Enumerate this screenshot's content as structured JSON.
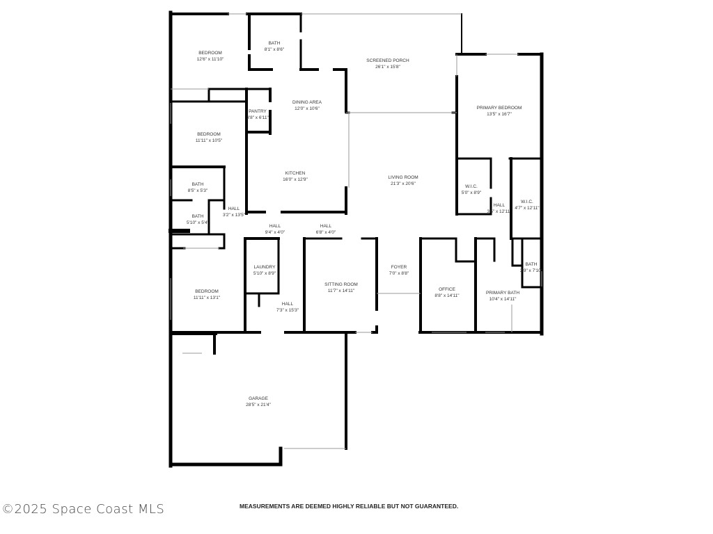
{
  "rooms": [
    {
      "name": "BEDROOM",
      "size": "12'6\" x 11'10\""
    },
    {
      "name": "BATH",
      "size": "8'1\" x 8'6\""
    },
    {
      "name": "SCREENED PORCH",
      "size": "26'1\" x 15'8\""
    },
    {
      "name": "PRIMARY BEDROOM",
      "size": "13'5\" x 16'7\""
    },
    {
      "name": "DINING AREA",
      "size": "12'0\" x 10'6\""
    },
    {
      "name": "PANTRY",
      "size": "3'8\" x 6'11\""
    },
    {
      "name": "BEDROOM",
      "size": "11'11\" x 10'5\""
    },
    {
      "name": "KITCHEN",
      "size": "16'0\" x 12'9\""
    },
    {
      "name": "LIVING ROOM",
      "size": "21'3\" x 20'6\""
    },
    {
      "name": "BATH",
      "size": "8'5\" x 5'3\""
    },
    {
      "name": "W.I.C.",
      "size": "5'0\" x 8'9\""
    },
    {
      "name": "W.I.C.",
      "size": "4'7\" x 12'11\""
    },
    {
      "name": "HALL",
      "size": "3'5\" x 12'11\""
    },
    {
      "name": "BATH",
      "size": "5'10\" x 5'4\""
    },
    {
      "name": "HALL",
      "size": "3'2\" x 13'5\""
    },
    {
      "name": "HALL",
      "size": "9'4\" x 4'0\""
    },
    {
      "name": "HALL",
      "size": "6'8\" x 4'0\""
    },
    {
      "name": "LAUNDRY",
      "size": "5'10\" x 8'9\""
    },
    {
      "name": "FOYER",
      "size": "7'0\" x 8'8\""
    },
    {
      "name": "BATH",
      "size": "2'9\" x 7'10\""
    },
    {
      "name": "BEDROOM",
      "size": "11'11\" x 13'1\""
    },
    {
      "name": "SITTING ROOM",
      "size": "11'7\" x 14'11\""
    },
    {
      "name": "OFFICE",
      "size": "8'8\" x 14'11\""
    },
    {
      "name": "PRIMARY BATH",
      "size": "10'4\" x 14'11\""
    },
    {
      "name": "HALL",
      "size": "7'3\" x 15'3\""
    },
    {
      "name": "GARAGE",
      "size": "28'5\" x 21'4\""
    }
  ],
  "footer": {
    "copyright": "©2025 Space Coast MLS",
    "disclaimer": "MEASUREMENTS ARE DEEMED HIGHLY RELIABLE BUT NOT GUARANTEED."
  }
}
